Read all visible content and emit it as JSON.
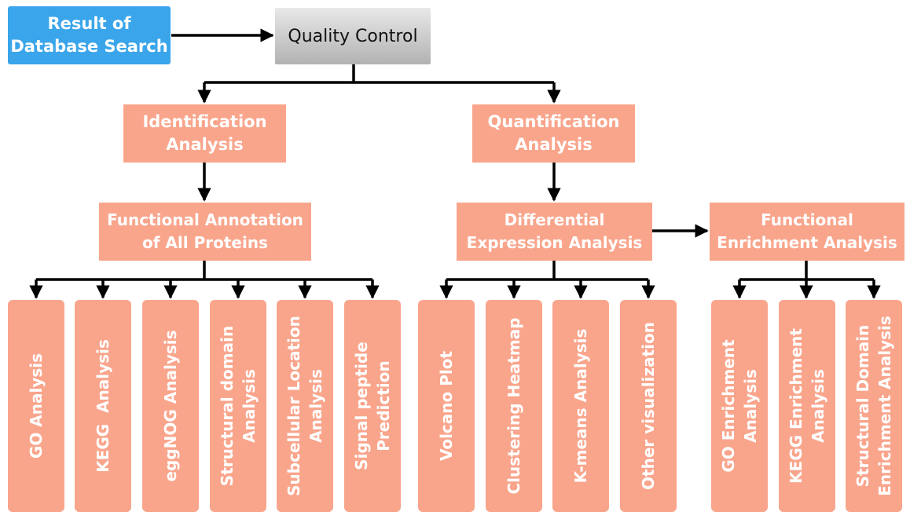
{
  "start": {
    "label_line1": "Result of",
    "label_line2": "Database Search"
  },
  "qc": {
    "label": "Quality Control"
  },
  "identification": {
    "line1": "Identification",
    "line2": "Analysis"
  },
  "quantification": {
    "line1": "Quantification",
    "line2": "Analysis"
  },
  "functional_annotation": {
    "line1": "Functional Annotation",
    "line2": "of All Proteins"
  },
  "differential": {
    "line1": "Differential",
    "line2": "Expression Analysis"
  },
  "enrichment": {
    "line1": "Functional",
    "line2": "Enrichment Analysis"
  },
  "annotation_leaves": [
    {
      "line1": "GO Analysis",
      "line2": ""
    },
    {
      "line1": "KEGG  Analysis",
      "line2": ""
    },
    {
      "line1": "eggNOG Analysis",
      "line2": ""
    },
    {
      "line1": "Structural domain",
      "line2": "Analysis"
    },
    {
      "line1": "Subcellular Location",
      "line2": "Analysis"
    },
    {
      "line1": "Signal peptide",
      "line2": "Prediction"
    }
  ],
  "differential_leaves": [
    {
      "line1": "Volcano Plot",
      "line2": ""
    },
    {
      "line1": "Clustering Heatmap",
      "line2": ""
    },
    {
      "line1": "K-means Analysis",
      "line2": ""
    },
    {
      "line1": "Other visualization",
      "line2": ""
    }
  ],
  "enrichment_leaves": [
    {
      "line1": "GO Enrichment",
      "line2": "Analysis"
    },
    {
      "line1": "KEGG Enrichment",
      "line2": "Analysis"
    },
    {
      "line1": "Structural Domain",
      "line2": "Enrichment Analysis"
    }
  ],
  "colors": {
    "node": "#f9a58c",
    "start": "#3aa5ea",
    "qc_top": "#e8e8e8",
    "qc_bottom": "#b2b2b2",
    "line": "#000000"
  }
}
